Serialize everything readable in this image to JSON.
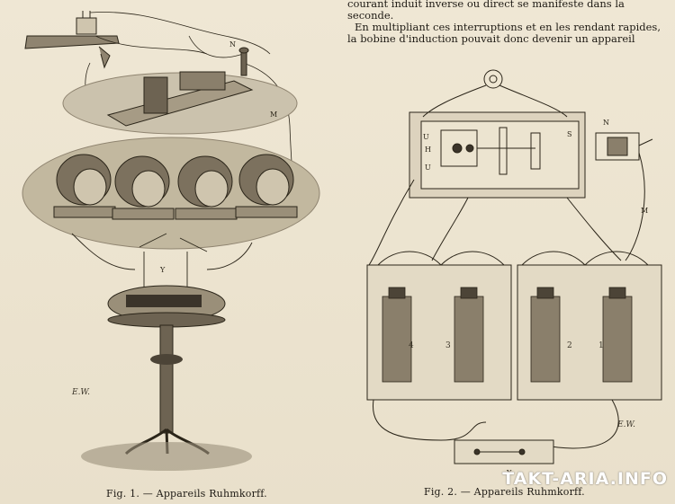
{
  "text_top": {
    "line1": "courant induit inverse ou direct se manifeste dans la",
    "line2": "seconde.",
    "line3": "En multipliant ces interruptions et en les rendant rapides,",
    "line4": "la bobine d'induction pouvait donc devenir un appareil"
  },
  "figure1": {
    "caption": "Fig. 1. — Appareils Ruhmkorff.",
    "label_N": "N",
    "label_M": "M",
    "label_Y": "Y",
    "signature": "E.W."
  },
  "figure2": {
    "caption": "Fig. 2. — Appareils Ruhmkorff.",
    "label_N": "N",
    "label_M": "M",
    "label_Y": "Y",
    "label_U": "U",
    "label_H": "H",
    "label_S": "S",
    "coil_numbers": [
      "4",
      "3",
      "2",
      "1"
    ],
    "signature": "E.W."
  },
  "watermark": "TAKT-ARIA.INFO"
}
